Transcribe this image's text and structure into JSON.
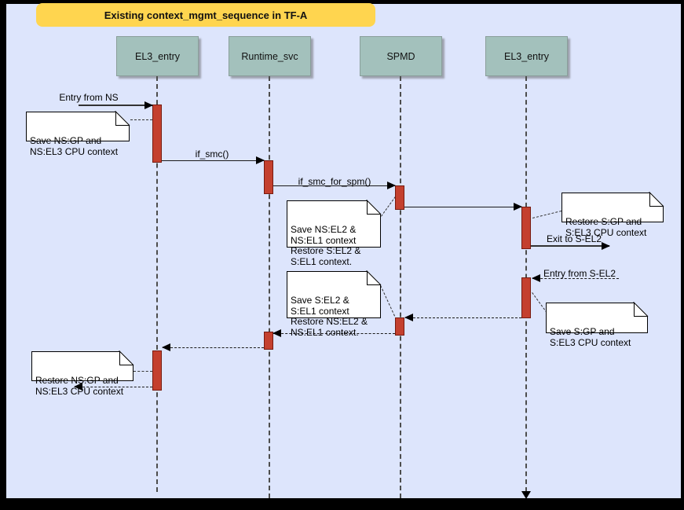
{
  "title": "Existing context_mgmt_sequence in TF-A",
  "lifelines": [
    {
      "label": "EL3_entry"
    },
    {
      "label": "Runtime_svc"
    },
    {
      "label": "SPMD"
    },
    {
      "label": "EL3_entry"
    }
  ],
  "messages": {
    "entry_from_ns": "Entry from NS",
    "if_smc": "if_smc()",
    "if_smc_for_spm": "if_smc_for_spm()",
    "exit_to_sel2": "Exit to S-EL2",
    "entry_from_sel2": "Entry from S-EL2"
  },
  "notes": {
    "save_ns_gp": "Save NS:GP and\nNS:EL3 CPU context",
    "save_ns_el2": "Save NS:EL2 &\nNS:EL1 context\nRestore S:EL2 &\nS:EL1 context.",
    "restore_s_gp": "Restore S:GP and\nS:EL3 CPU context",
    "save_s_gp": "Save S:GP and\nS:EL3 CPU context",
    "save_s_el2": "Save S:EL2 &\nS:EL1 context\nRestore NS:EL2 &\nNS:EL1 context.",
    "restore_ns_gp": "Restore NS:GP and\nNS:EL3 CPU context"
  },
  "colors": {
    "background": "#DDE5FC",
    "frame": "#000000",
    "title_bg": "#FFD54F",
    "lifeline_header_bg": "#A3C1BC",
    "activation_fill": "#C4402E",
    "activation_border": "#771A0F",
    "note_bg": "#FFFFFF"
  }
}
